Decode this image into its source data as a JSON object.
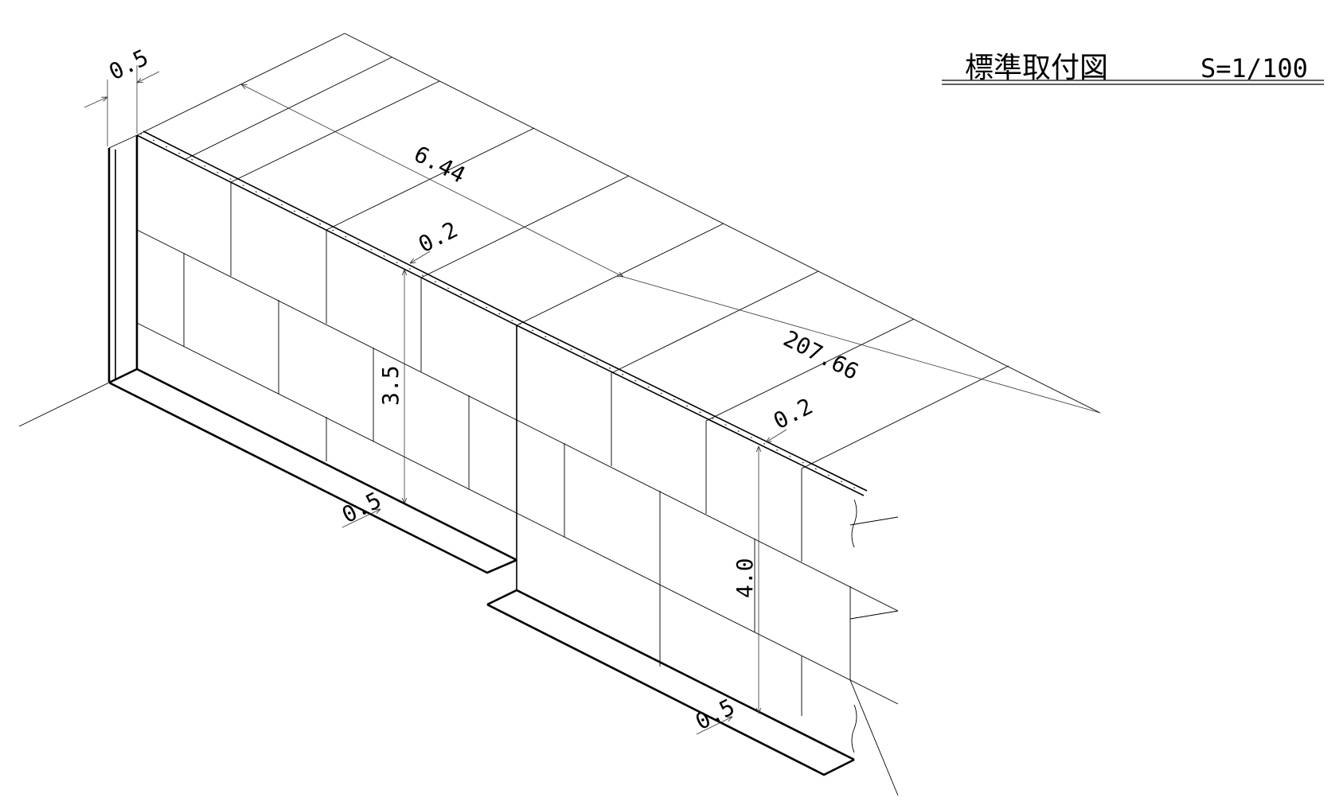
{
  "title": "標準取付図",
  "scale": "S=1/100",
  "dimensions": {
    "top_thickness": "0.5",
    "panel_length": "6.44",
    "total_length": "207.66",
    "rail_gap_left": "0.2",
    "rail_gap_right": "0.2",
    "height_left": "3.5",
    "height_right": "4.0",
    "base_left": "0.5",
    "base_right": "0.5"
  }
}
